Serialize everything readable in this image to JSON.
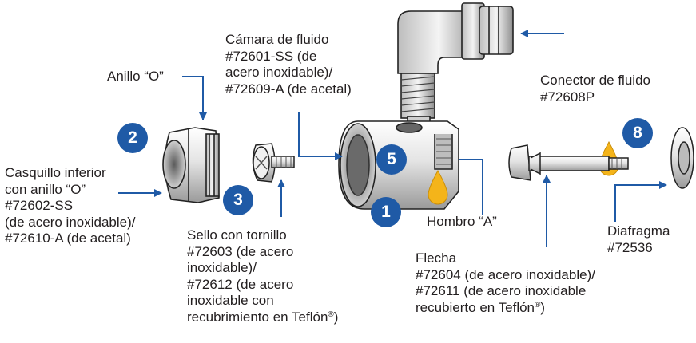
{
  "accent_color": "#1f5aa6",
  "highlight_color": "#f4b41a",
  "badges": [
    "2",
    "3",
    "5",
    "1",
    "8"
  ],
  "labels": {
    "camara": {
      "line1": "Cámara de fluido",
      "line2": "#72601-SS (de",
      "line3": "acero inoxidable)/",
      "line4": "#72609-A (de acetal)"
    },
    "anillo": {
      "line1": "Anillo “O”"
    },
    "conector": {
      "line1": "Conector de fluido",
      "line2": "#72608P"
    },
    "casquillo": {
      "line1": "Casquillo inferior",
      "line2": "con anillo “O”",
      "line3": "#72602-SS",
      "line4": "(de acero inoxidable)/",
      "line5": "#72610-A (de acetal)"
    },
    "sello": {
      "line1": "Sello con tornillo",
      "line2": "#72603 (de acero",
      "line3": "inoxidable)/",
      "line4": "#72612 (de acero",
      "line5": "inoxidable con",
      "line6": "recubrimiento en Teflón",
      "line6_sup": "®",
      "line6_end": ")"
    },
    "hombro": {
      "line1": "Hombro “A”"
    },
    "flecha": {
      "line1": "Flecha",
      "line2": "#72604 (de acero inoxidable)/",
      "line3": "#72611 (de acero inoxidable",
      "line4": "recubierto en Teflón",
      "line4_sup": "®",
      "line4_end": ")"
    },
    "diafragma": {
      "line1": "Diafragma",
      "line2": "#72536"
    }
  }
}
